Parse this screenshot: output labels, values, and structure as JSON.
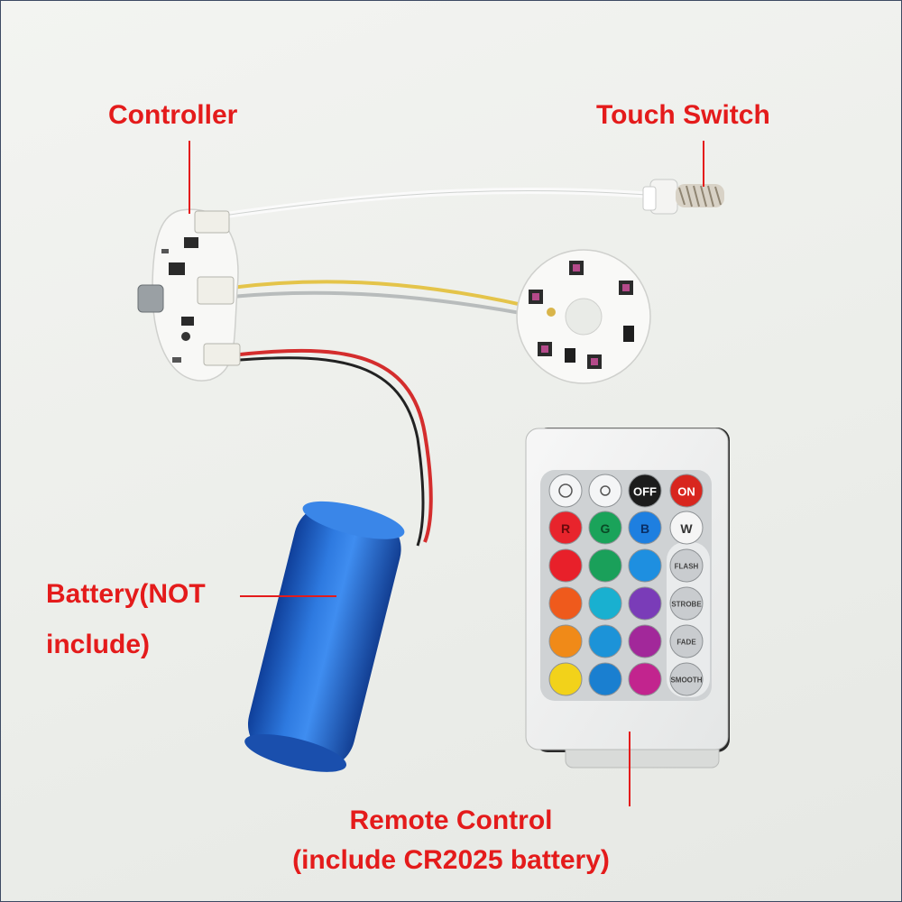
{
  "labels": {
    "controller": "Controller",
    "touch_switch": "Touch Switch",
    "battery_line1": "Battery(NOT",
    "battery_line2": "include)",
    "remote_line1": "Remote Control",
    "remote_line2": "(include CR2025 battery)"
  },
  "remote": {
    "top_row": [
      "",
      "",
      "OFF",
      "ON"
    ],
    "rgbw": [
      "R",
      "G",
      "B",
      "W"
    ],
    "modes": [
      "FLASH",
      "STROBE",
      "FADE",
      "SMOOTH"
    ],
    "grid_colors": [
      [
        "#e8202a",
        "#1aa05a",
        "#1e8fe0"
      ],
      [
        "#ef5a1c",
        "#19b0d0",
        "#7a3cb8"
      ],
      [
        "#f08a18",
        "#1c93d8",
        "#a2289a"
      ],
      [
        "#f2d21a",
        "#1a7fd0",
        "#c2248e"
      ]
    ]
  },
  "colors": {
    "label_red": "#e41b1b",
    "battery_blue": "#1f66c9"
  }
}
